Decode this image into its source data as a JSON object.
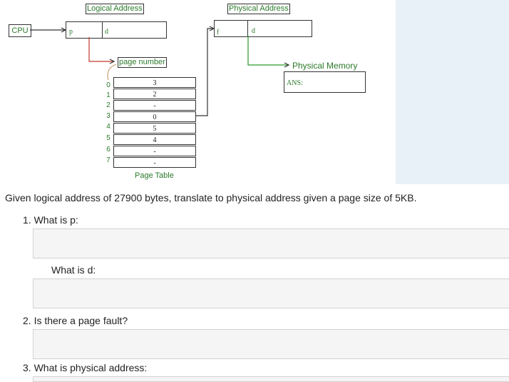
{
  "diagram": {
    "logical_address_label": "Logical Address",
    "physical_address_label": "Physical Address",
    "cpu_label": "CPU",
    "p_label": "p",
    "d_label": "d",
    "f_label": "f",
    "d2_label": "d",
    "page_number_label": "page number",
    "physical_memory_label": "Physical Memory",
    "ans_label": "ANS:",
    "page_table_label": "Page Table",
    "indices": [
      "0",
      "1",
      "2",
      "3",
      "4",
      "5",
      "6",
      "7"
    ],
    "frames": [
      "3",
      "2",
      "-",
      "0",
      "5",
      "4",
      "-",
      "-"
    ]
  },
  "question": {
    "prompt": "Given logical address of 27900 bytes, translate to physical address given a page size of 5KB.",
    "q1": "1. What is p:",
    "q1b": "What is d:",
    "q2": "2. Is there a page fault?",
    "q3": "3. What is physical address:"
  },
  "answers": {
    "p": "",
    "d": "",
    "page_fault": "",
    "physical_address": ""
  }
}
